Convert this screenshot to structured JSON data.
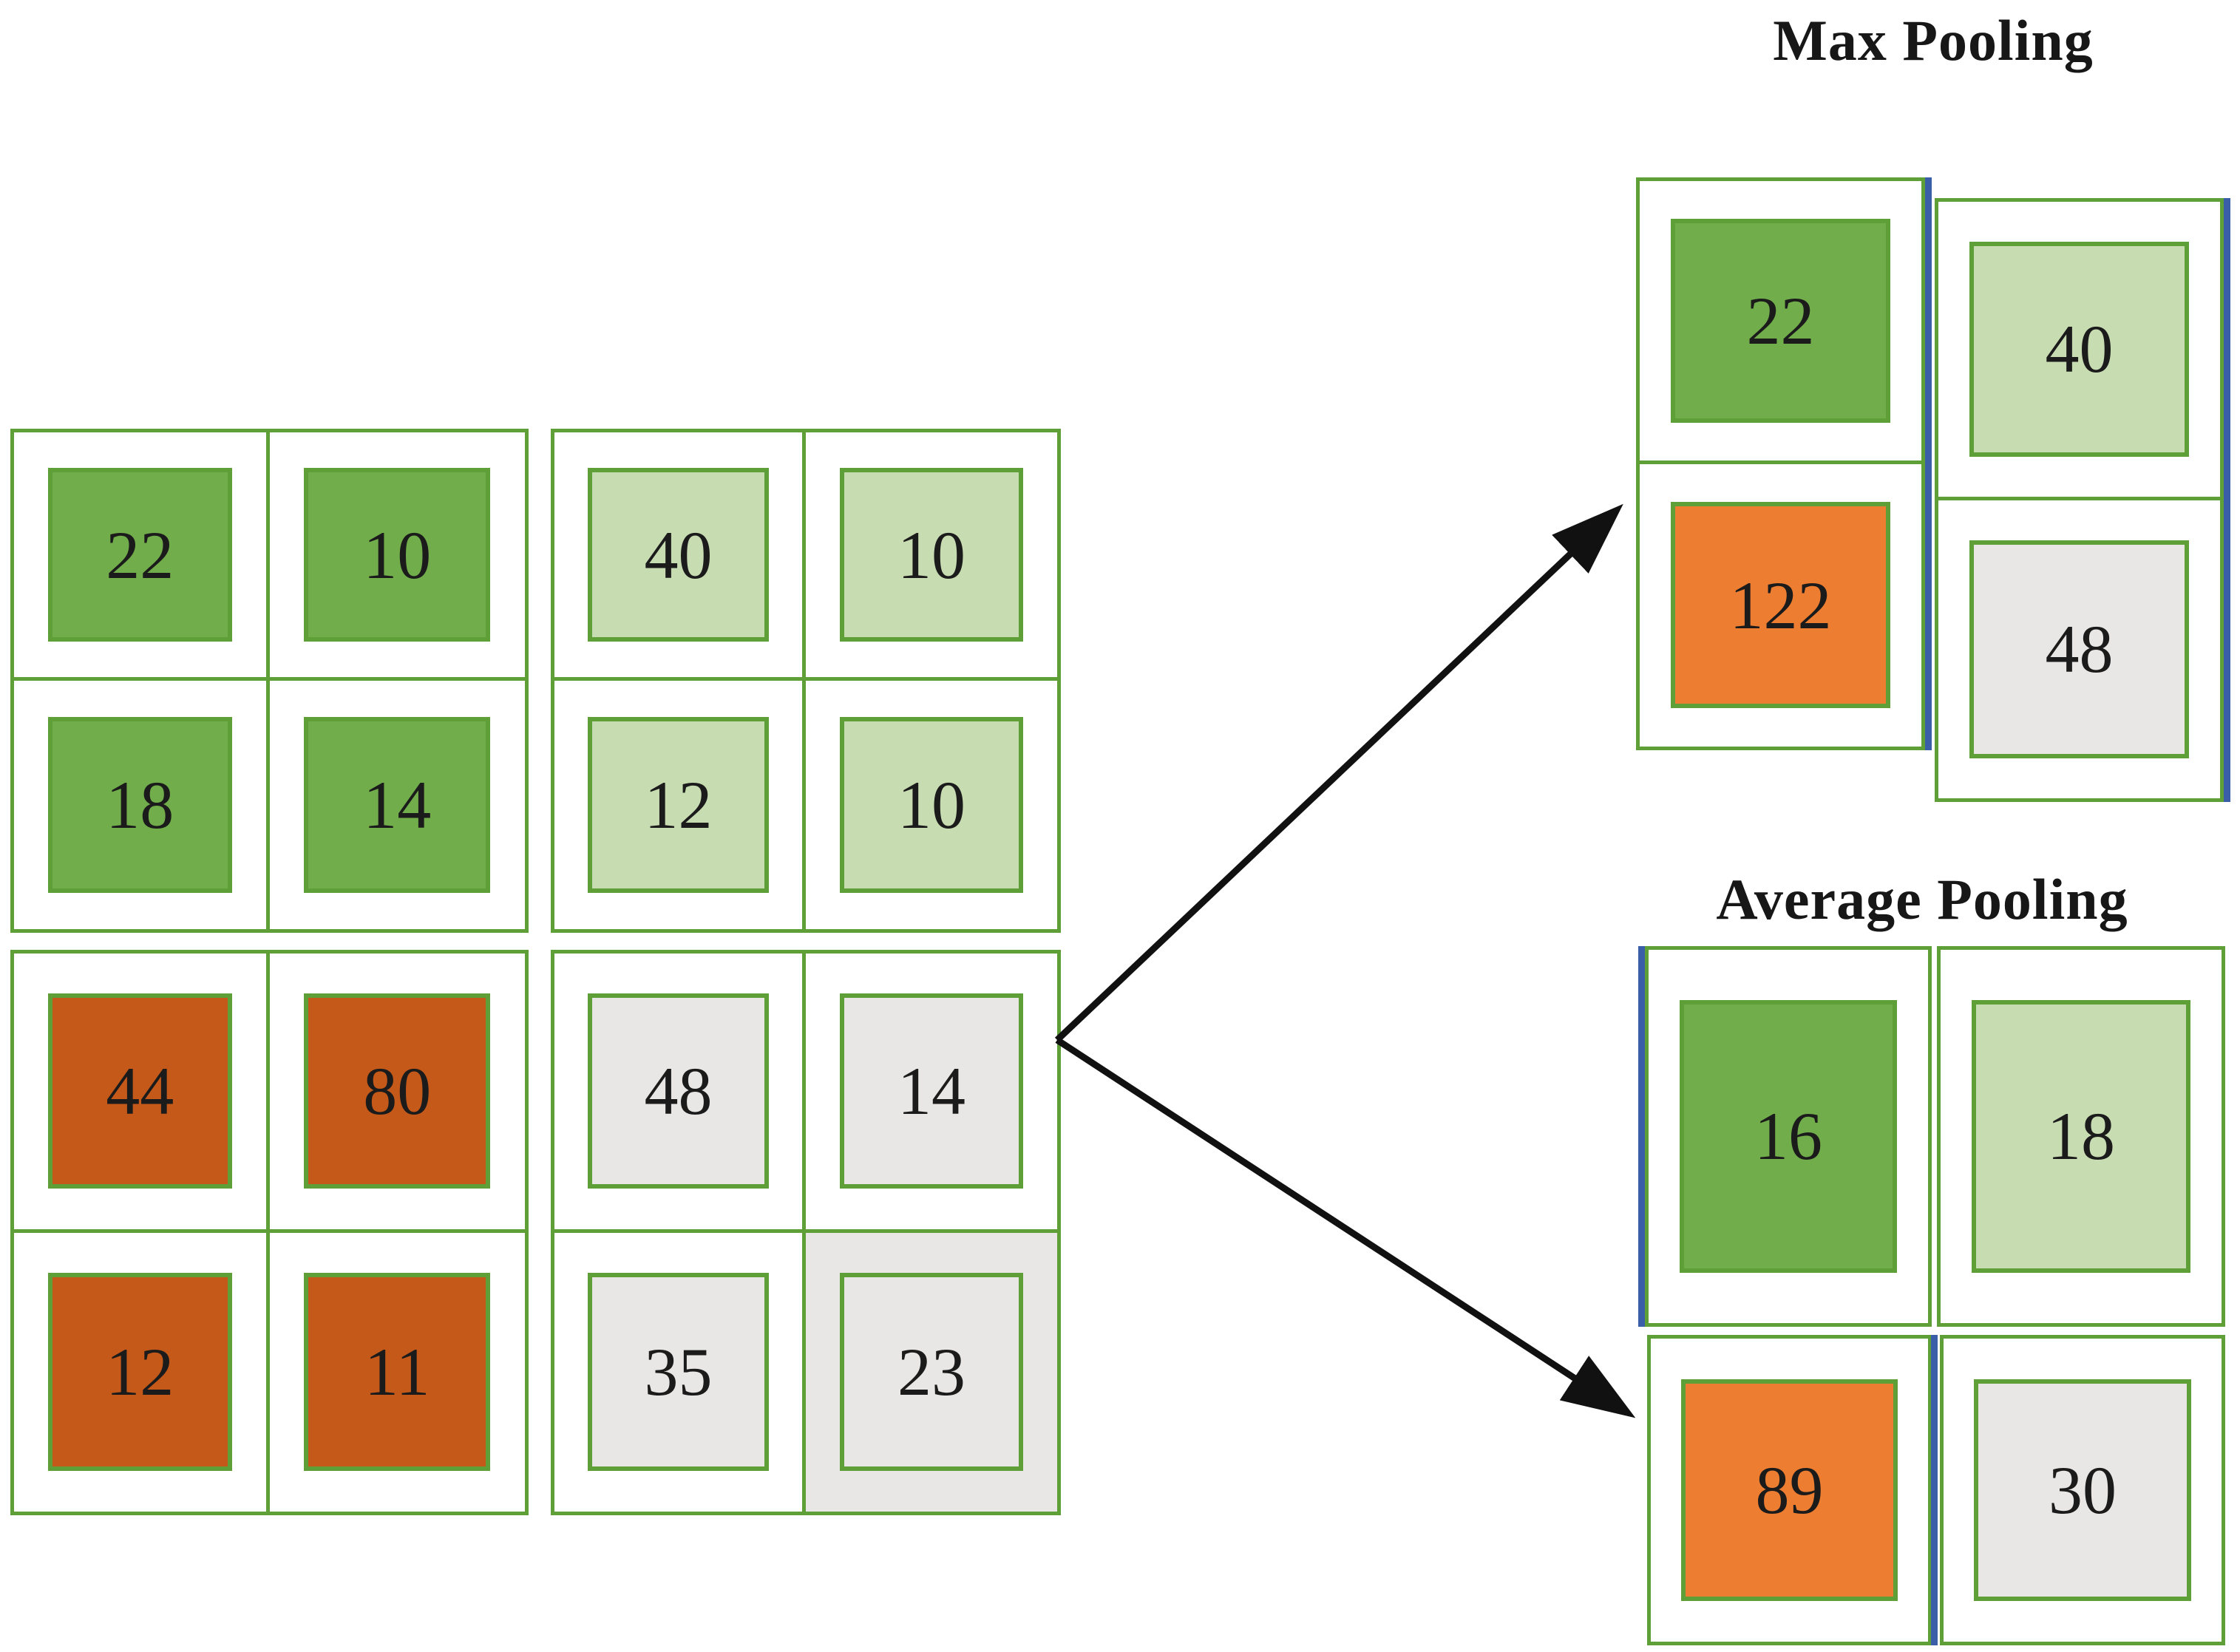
{
  "titles": {
    "max_pooling": "Max Pooling",
    "average_pooling": "Average Pooling"
  },
  "colors": {
    "border_green": "#5e9f38",
    "cell_green": "#71ad4a",
    "cell_light_green": "#c8dcb2",
    "cell_dark_orange": "#c4591a",
    "cell_bright_orange": "#ed7d31",
    "cell_gray": "#e8e7e6",
    "accent_blue": "#3a5fa8",
    "arrow_black": "#111111",
    "text": "#1b1b1b"
  },
  "input_matrix": {
    "rows": [
      [
        {
          "value": "22",
          "fill": "green"
        },
        {
          "value": "10",
          "fill": "green"
        },
        {
          "value": "40",
          "fill": "light_green"
        },
        {
          "value": "10",
          "fill": "light_green"
        }
      ],
      [
        {
          "value": "18",
          "fill": "green"
        },
        {
          "value": "14",
          "fill": "green"
        },
        {
          "value": "12",
          "fill": "light_green"
        },
        {
          "value": "10",
          "fill": "light_green"
        }
      ],
      [
        {
          "value": "44",
          "fill": "dark_orange"
        },
        {
          "value": "80",
          "fill": "dark_orange"
        },
        {
          "value": "48",
          "fill": "gray"
        },
        {
          "value": "14",
          "fill": "gray"
        }
      ],
      [
        {
          "value": "12",
          "fill": "dark_orange"
        },
        {
          "value": "11",
          "fill": "dark_orange"
        },
        {
          "value": "35",
          "fill": "gray"
        },
        {
          "value": "23",
          "fill": "gray",
          "cell_bg": "gray"
        }
      ]
    ]
  },
  "max_pooling": {
    "cells": [
      {
        "value": "22",
        "fill": "green"
      },
      {
        "value": "40",
        "fill": "light_green"
      },
      {
        "value": "122",
        "fill": "bright_orange"
      },
      {
        "value": "48",
        "fill": "gray"
      }
    ]
  },
  "average_pooling": {
    "cells": [
      {
        "value": "16",
        "fill": "green"
      },
      {
        "value": "18",
        "fill": "light_green"
      },
      {
        "value": "89",
        "fill": "bright_orange"
      },
      {
        "value": "30",
        "fill": "gray"
      }
    ]
  }
}
